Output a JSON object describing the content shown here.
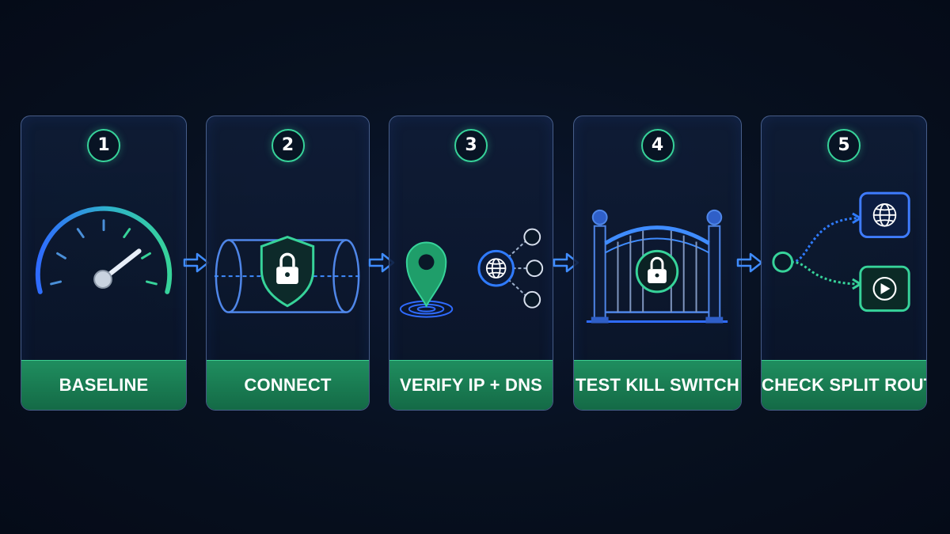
{
  "steps": [
    {
      "number": "1",
      "label": "BASELINE",
      "icon": "speedometer-icon"
    },
    {
      "number": "2",
      "label": "CONNECT",
      "icon": "shield-tunnel-icon"
    },
    {
      "number": "3",
      "label": "VERIFY IP + DNS",
      "icon": "location-pin-globe-network-icon"
    },
    {
      "number": "4",
      "label": "TEST KILL SWITCH",
      "icon": "locked-gate-icon"
    },
    {
      "number": "5",
      "label": "CHECK SPLIT ROUTES",
      "icon": "split-route-icon"
    }
  ],
  "colors": {
    "background": "#060d1d",
    "accent_green": "#37d39a",
    "accent_blue": "#2f7bff",
    "label_band": "#1a7d53"
  }
}
